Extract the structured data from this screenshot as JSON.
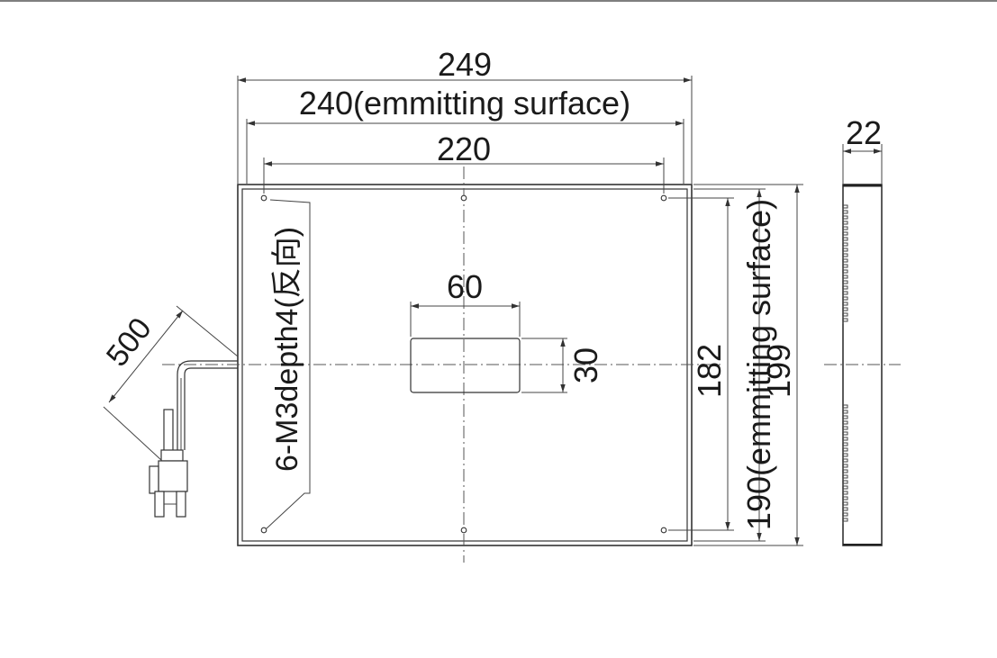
{
  "drawing": {
    "dimensions": {
      "overall_width": "249",
      "emitting_width": "240(emmitting surface)",
      "hole_spacing_width": "220",
      "window_width": "60",
      "window_height": "30",
      "cable_length": "500",
      "hole_spacing_height": "182",
      "overall_height": "199",
      "emitting_height": "190(emmitting surface)",
      "thickness": "22"
    },
    "hole_callout": "6-M3depth4(反向)"
  }
}
